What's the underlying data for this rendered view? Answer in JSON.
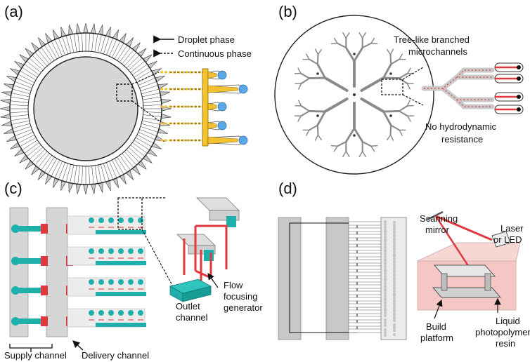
{
  "panels": {
    "a": {
      "label": "(a)",
      "legend": {
        "solid": "Droplet phase",
        "dashed": "Continuous phase"
      }
    },
    "b": {
      "label": "(b)",
      "annot_1": "Tree-like branched",
      "annot_2": "microchannels",
      "annot_3": "No hydrodynamic",
      "annot_4": "resistance"
    },
    "c": {
      "label": "(c)",
      "outlet_1": "Outlet",
      "outlet_2": "channel",
      "flow_1": "Flow",
      "flow_2": "focusing",
      "flow_3": "generator",
      "supply": "Supply channel",
      "delivery": "Delivery channel"
    },
    "d": {
      "label": "(d)",
      "mirror_1": "Scanning",
      "mirror_2": "mirror",
      "laser_1": "Laser",
      "laser_2": "or LED",
      "build_1": "Build",
      "build_2": "platform",
      "resin_1": "Liquid",
      "resin_2": "photopolymer",
      "resin_3": "resin"
    }
  },
  "colors": {
    "droplet_blue": "#5aa9e6",
    "nozzle_yellow": "#f2c230",
    "teal": "#1fb0ac",
    "red": "#e0383e",
    "grey": "#d6d6d6",
    "dark_grey": "#6e6e6e",
    "resin_pink": "#f4c7c5"
  }
}
